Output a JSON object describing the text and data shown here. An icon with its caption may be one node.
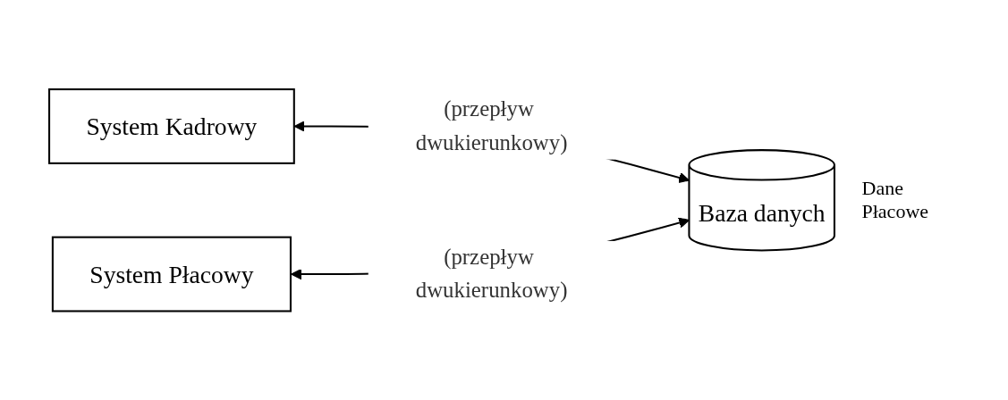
{
  "diagram": {
    "nodes": [
      {
        "text": [
          "System Kadrowy"
        ]
      },
      {
        "text": [
          "System Płacowy"
        ]
      },
      {
        "text": [
          "Baza danych"
        ],
        "beside": [
          "Dane Płacowe"
        ]
      }
    ],
    "edges": [
      {
        "from": 0,
        "to": 2,
        "arrow": "both",
        "label": "(przepływ dwukierunkowy)"
      },
      {
        "from": 1,
        "to": 2,
        "arrow": "both",
        "label": "(przepływ dwukierunkowy)"
      }
    ]
  }
}
